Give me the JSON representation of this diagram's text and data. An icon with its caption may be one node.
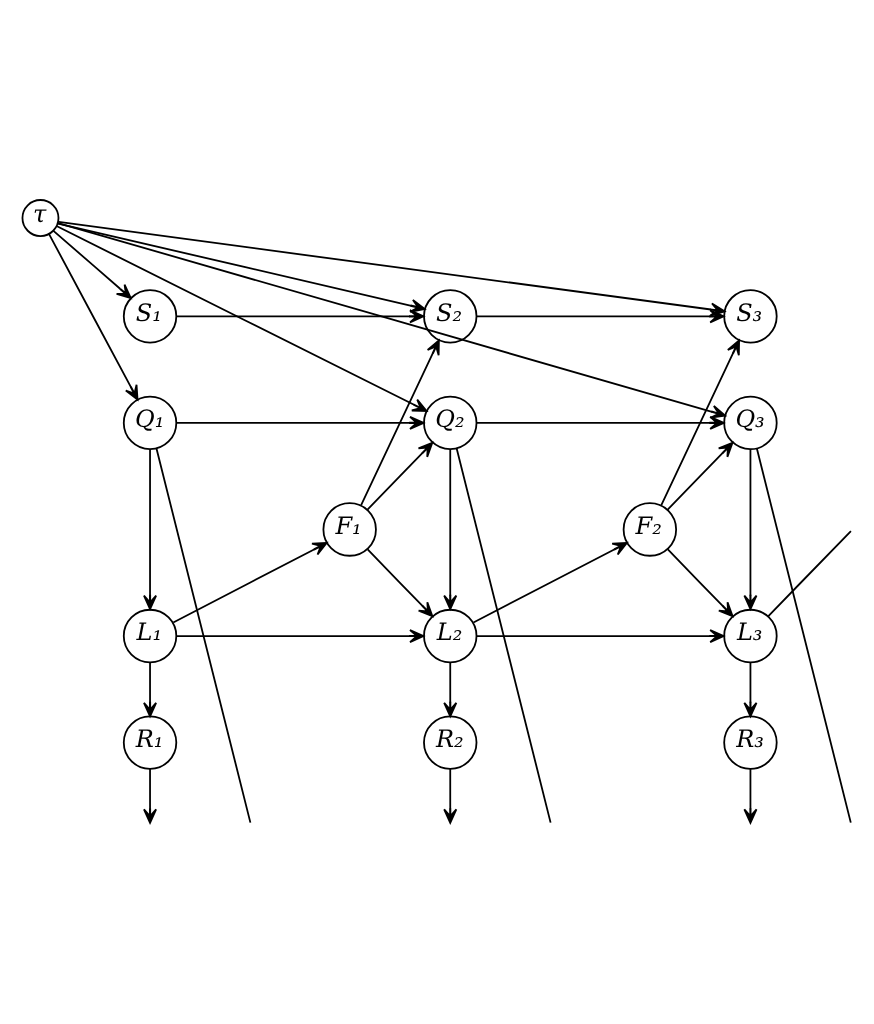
{
  "diagram": {
    "nodes": [
      {
        "text": [
          "τ"
        ]
      },
      {
        "text": [
          "S₁"
        ]
      },
      {
        "text": [
          "S₂"
        ]
      },
      {
        "text": [
          "S₃"
        ]
      },
      {
        "text": [
          "Q₁"
        ]
      },
      {
        "text": [
          "Q₂"
        ]
      },
      {
        "text": [
          "Q₃"
        ]
      },
      {
        "text": [
          "F₁"
        ]
      },
      {
        "text": [
          "F₂"
        ]
      },
      {
        "text": [
          "L₁"
        ]
      },
      {
        "text": [
          "L₂"
        ]
      },
      {
        "text": [
          "L₃"
        ]
      },
      {
        "text": [
          "R₁"
        ]
      },
      {
        "text": [
          "R₂"
        ]
      },
      {
        "text": [
          "R₃"
        ]
      }
    ],
    "edges": [
      {
        "from": 0,
        "to": 1,
        "arrow": "to"
      },
      {
        "from": 0,
        "to": 2,
        "arrow": "to"
      },
      {
        "from": 0,
        "to": 3,
        "arrow": "to"
      },
      {
        "from": 0,
        "to": 4,
        "arrow": "to"
      },
      {
        "from": 0,
        "to": 5,
        "arrow": "to"
      },
      {
        "from": 0,
        "to": 6,
        "arrow": "to"
      },
      {
        "from": 1,
        "to": 2,
        "arrow": "to"
      },
      {
        "from": 2,
        "to": 3,
        "arrow": "to"
      },
      {
        "from": 4,
        "to": 5,
        "arrow": "to"
      },
      {
        "from": 5,
        "to": 6,
        "arrow": "to"
      },
      {
        "from": 7,
        "to": 2,
        "arrow": "to"
      },
      {
        "from": 7,
        "to": 5,
        "arrow": "to"
      },
      {
        "from": 8,
        "to": 3,
        "arrow": "to"
      },
      {
        "from": 8,
        "to": 6,
        "arrow": "to"
      },
      {
        "from": 4,
        "to": 9,
        "arrow": "to"
      },
      {
        "from": 5,
        "to": 10,
        "arrow": "to"
      },
      {
        "from": 6,
        "to": 11,
        "arrow": "to"
      },
      {
        "from": 9,
        "to": 7,
        "arrow": "to"
      },
      {
        "from": 10,
        "to": 8,
        "arrow": "to"
      },
      {
        "from": 7,
        "to": 10,
        "arrow": "to"
      },
      {
        "from": 8,
        "to": 11,
        "arrow": "to"
      },
      {
        "from": 9,
        "to": 10,
        "arrow": "to"
      },
      {
        "from": 10,
        "to": 11,
        "arrow": "to"
      },
      {
        "from": 9,
        "to": 12,
        "arrow": "to"
      },
      {
        "from": 10,
        "to": 13,
        "arrow": "to"
      },
      {
        "from": 11,
        "to": 14,
        "arrow": "to"
      },
      {
        "from": 12,
        "to": null,
        "arrow": "to"
      },
      {
        "from": 4,
        "to": null,
        "arrow": "none"
      },
      {
        "from": 13,
        "to": null,
        "arrow": "to"
      },
      {
        "from": 5,
        "to": null,
        "arrow": "none"
      },
      {
        "from": 14,
        "to": null,
        "arrow": "to"
      },
      {
        "from": 6,
        "to": null,
        "arrow": "none"
      },
      {
        "from": 11,
        "to": null,
        "arrow": "none"
      }
    ]
  }
}
